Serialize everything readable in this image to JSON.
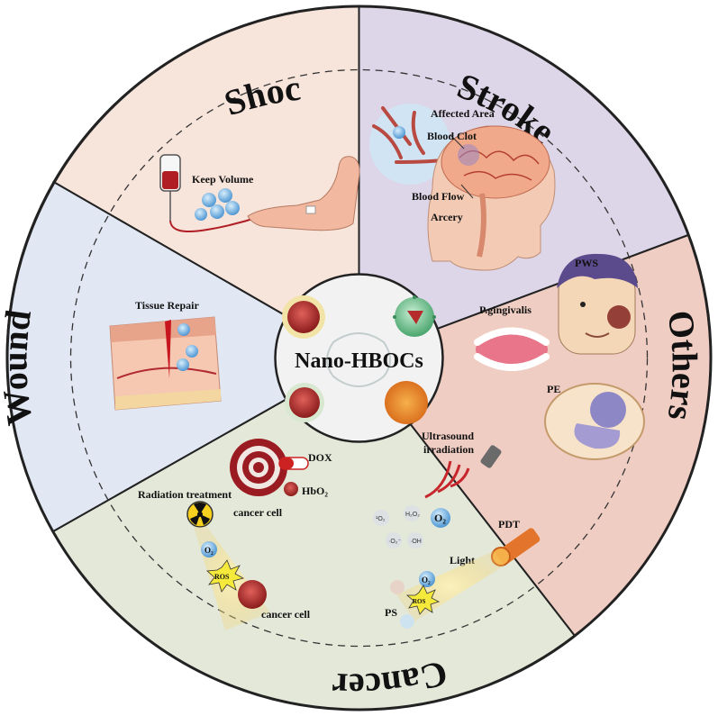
{
  "center": {
    "title": "Nano-HBOCs"
  },
  "sectors": {
    "shock": {
      "title": "Shock",
      "fill": "#f7e4da",
      "labels": {
        "keep_volume": "Keep Volume"
      }
    },
    "stroke": {
      "title": "Stroke",
      "fill": "#ddd6e8",
      "labels": {
        "affected_area": "Affected Area",
        "blood_clot": "Blood Clot",
        "blood_flow": "Blood Flow",
        "arcery": "Arcery"
      }
    },
    "others": {
      "title": "Others",
      "fill": "#f0cdc3",
      "labels": {
        "pws": "PWS",
        "pgingivalis": "P.gingivalis",
        "pe": "PE"
      }
    },
    "cancer": {
      "title": "Cancer",
      "fill": "#e3e8d9",
      "labels": {
        "dox": "DOX",
        "hbo2": "HbO₂",
        "radiation": "Radiation treatment",
        "cancer_cell_1": "cancer cell",
        "cancer_cell_2": "cancer cell",
        "ultrasound": "Ultrasound",
        "irradiation": "irradiation",
        "pdt": "PDT",
        "light": "Light",
        "ps": "PS",
        "ros_1": "ROS",
        "ros_2": "ROS",
        "o2_1": "O₂",
        "o2_2": "O₂",
        "o2_3": "O₂",
        "mol_1o2": "¹O₂",
        "mol_h2o2": "H₂O₂",
        "mol_o2minus": "·O₂⁻",
        "mol_oh": "·OH"
      }
    },
    "wound": {
      "title": "Wound",
      "fill": "#e1e7f3",
      "labels": {
        "tissue_repair": "Tissue Repair"
      }
    }
  },
  "colors": {
    "outline": "#222222",
    "o2_bubble": "#6fb0e0",
    "blood": "#c9252c",
    "skin": "#f2b9a0"
  }
}
